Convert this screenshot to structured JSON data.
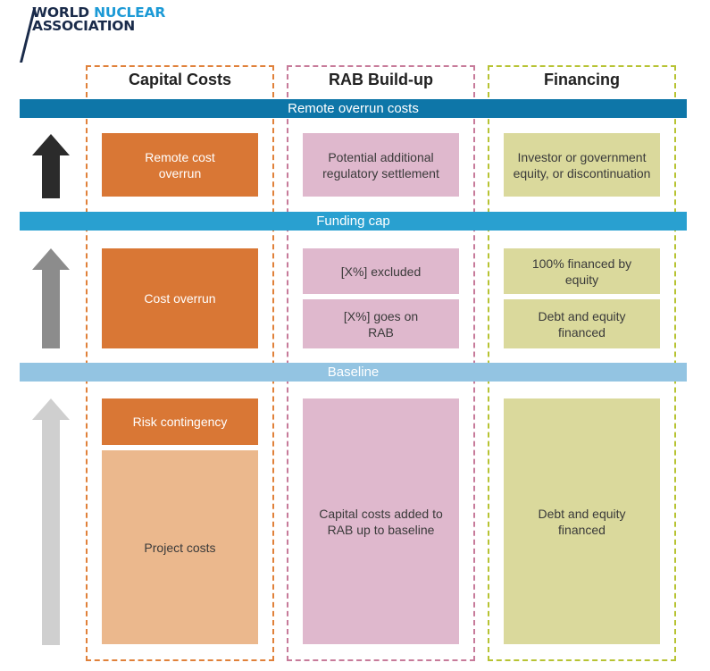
{
  "logo": {
    "line1_a": "WORLD ",
    "line1_b": "NUCLEAR",
    "line2": "ASSOCIATION"
  },
  "columns": {
    "capital": "Capital Costs",
    "rab": "RAB Build-up",
    "financing": "Financing"
  },
  "bands": {
    "remote": "Remote overrun costs",
    "funding_cap": "Funding cap",
    "baseline": "Baseline"
  },
  "capital": {
    "remote": "Remote cost overrun",
    "overrun": "Cost overrun",
    "risk": "Risk contingency",
    "project": "Project costs"
  },
  "rab": {
    "remote": "Potential additional regulatory settlement",
    "excluded": "[X%] excluded",
    "on_rab": "[X%] goes on RAB",
    "baseline": "Capital costs added to RAB up to baseline"
  },
  "financing": {
    "remote": "Investor or government equity, or discontinuation",
    "equity": "100% financed by equity",
    "debt_equity_mid": "Debt and equity financed",
    "debt_equity_base": "Debt and equity financed"
  },
  "colors": {
    "band_remote": "#0e76a8",
    "band_cap": "#29a0d0",
    "band_baseline": "#93c4e2",
    "orange": "#d97735",
    "peach": "#ebb88d",
    "pink": "#dfb8cd",
    "olive": "#dad99c",
    "arrow_dark": "#2b2b2b",
    "arrow_mid": "#8c8c8c",
    "arrow_light": "#cfcfcf"
  }
}
